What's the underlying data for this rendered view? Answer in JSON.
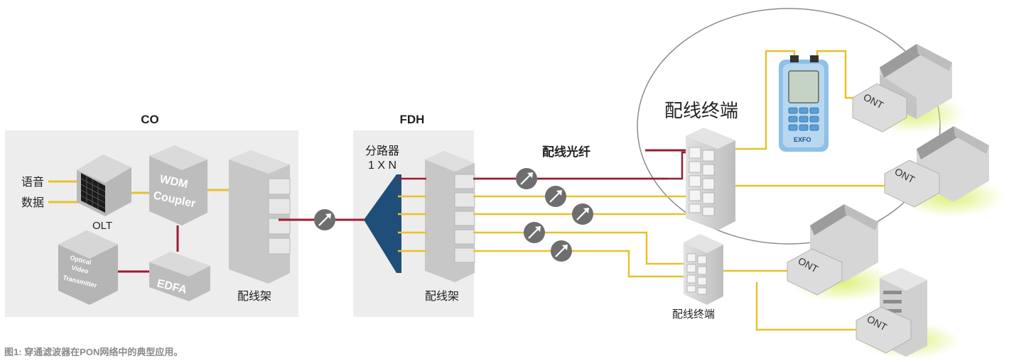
{
  "sections": {
    "co": {
      "title": "CO",
      "voice": "语音",
      "data": "数据",
      "olt": "OLT",
      "wdm_line1": "WDM",
      "wdm_line2": "Coupler",
      "video_line1": "Optical",
      "video_line2": "Video",
      "video_line3": "Transmitter",
      "edfa": "EDFA",
      "rack": "配线架"
    },
    "fdh": {
      "title": "FDH",
      "splitter_line1": "分路器",
      "splitter_line2": "1 X N",
      "rack": "配线架"
    }
  },
  "distribution_fiber": "配线光纤",
  "terminal_large": "配线终端",
  "terminal_small": "配线终端",
  "ont_label": "ONT",
  "meter_brand": "EXFO",
  "caption": "图1: 穿通滤波器在PON网络中的典型应用。",
  "colors": {
    "fiber_red": "#9b1c30",
    "fiber_yellow": "#e8c12a",
    "panel": "#ededed",
    "device": "#c9c9c9",
    "splitter": "#1f4e79",
    "connector": "#6e6e6e"
  }
}
